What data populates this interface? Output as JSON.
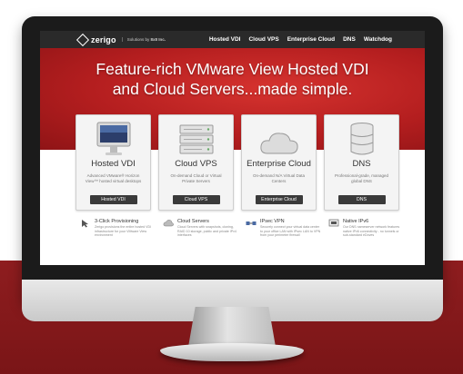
{
  "nav": {
    "logo": "zerigo",
    "solutions_by": "Solutions by",
    "brand": "8x8 Inc.",
    "links": [
      "Hosted VDI",
      "Cloud VPS",
      "Enterprise Cloud",
      "DNS",
      "Watchdog"
    ]
  },
  "hero": {
    "line1": "Feature-rich VMware View Hosted VDI",
    "line2": "and Cloud Servers...made simple."
  },
  "cards": [
    {
      "title": "Hosted VDI",
      "desc": "Advanced VMware® Horizon View™ hosted virtual desktops",
      "button": "Hosted VDI",
      "icon": "monitor-icon"
    },
    {
      "title": "Cloud VPS",
      "desc": "On-demand Cloud or Virtual Private Servers",
      "button": "Cloud VPS",
      "icon": "servers-icon"
    },
    {
      "title": "Enterprise Cloud",
      "desc": "On-demand N/A Virtual Data Centers",
      "button": "Enterprise Cloud",
      "icon": "cloud-icon"
    },
    {
      "title": "DNS",
      "desc": "Professional-grade, managed global DNS",
      "button": "DNS",
      "icon": "database-icon"
    }
  ],
  "features": [
    {
      "title": "3-Click Provisioning",
      "desc": "Zerigo provisions the entire hosted VDI infrastructure for your VMware View environment"
    },
    {
      "title": "Cloud Servers",
      "desc": "Cloud Servers with snapshots, cloning, RAID 10 storage, public and private IPv4 interfaces"
    },
    {
      "title": "IPsec VPN",
      "desc": "Securely connect your virtual data center to your office LAN with IPsec LAN to VPN from your perimeter firewall"
    },
    {
      "title": "Native IPv6",
      "desc": "Our DNS nameserver network features native IPv6 connectivity - no tunnels or sub-standard eDoves"
    }
  ],
  "colors": {
    "hero_red": "#b41e1f",
    "band_red": "#8e1d1f",
    "nav_bg": "#2a2a2a"
  }
}
